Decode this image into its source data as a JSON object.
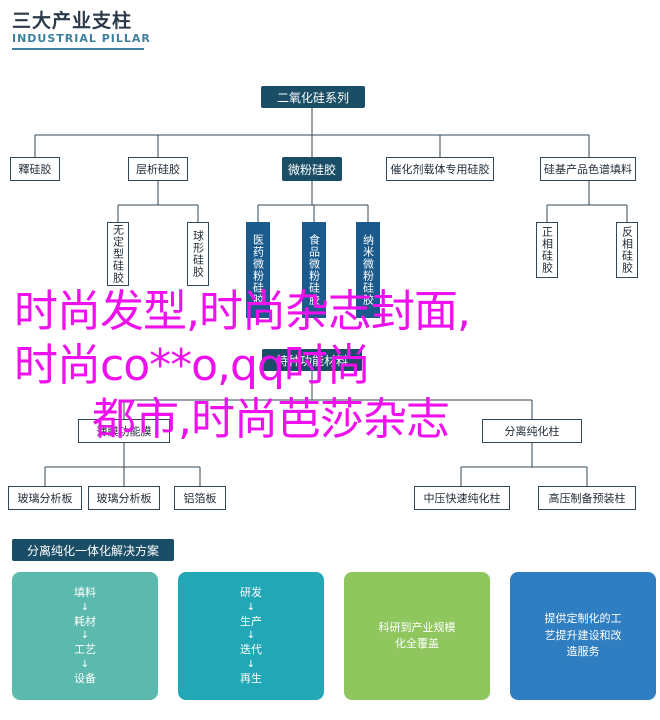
{
  "brand": {
    "cn": "三大产业支柱",
    "en": "INDUSTRIAL PILLAR"
  },
  "top": {
    "root": "二氧化硅系列"
  },
  "level2": [
    "釋硅胶",
    "层析硅胶",
    "微粉硅胶",
    "催化剂载体专用硅胶",
    "硅基产品色谱填料"
  ],
  "level3_layer": [
    "无定型硅胶",
    "球形硅胶"
  ],
  "level3_micro": [
    "医药微粉硅胶",
    "食品微粉硅胶",
    "纳米微粉硅胶"
  ],
  "level3_chrom": [
    "正相硅胶",
    "反相硅胶"
  ],
  "mid": {
    "root": "特种功能材料",
    "left": "薄膜功能膜",
    "right": "分离纯化柱"
  },
  "bottom": [
    "玻璃分析板",
    "玻璃分析板",
    "铝箔板",
    "中压快速纯化柱",
    "高压制备预装柱"
  ],
  "overlay": {
    "line1": "时尚发型,时尚杂志封面,",
    "line2": "时尚co**o,qq时尚",
    "line3": "都市,时尚芭莎杂志"
  },
  "solutions": {
    "title": "分离纯化一体化解决方案",
    "cards": [
      {
        "lines": [
          "填料",
          "↓",
          "耗材",
          "↓",
          "工艺",
          "↓",
          "设备"
        ],
        "color": "#5bb9ad"
      },
      {
        "lines": [
          "研发",
          "↓",
          "生产",
          "↓",
          "迭代",
          "↓",
          "再生"
        ],
        "color": "#22a7b6"
      },
      {
        "lines": [
          "科研到产业规模",
          "化全覆盖"
        ],
        "color": "#8fc65e"
      },
      {
        "lines": [
          "提供定制化的工",
          "艺提升建设和改",
          "造服务"
        ],
        "color": "#2e7ec1"
      }
    ]
  }
}
